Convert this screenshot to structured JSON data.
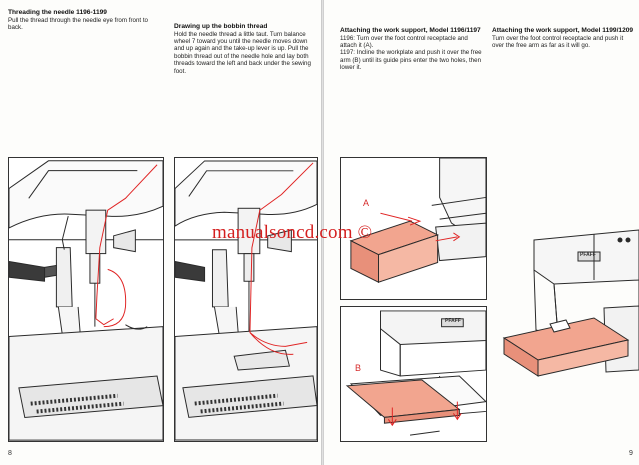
{
  "left_page": {
    "col1": {
      "heading": "Threading the needle 1196-1199",
      "body": "Pull the thread through the needle eye from front to back."
    },
    "col2": {
      "heading": "Drawing up the bobbin thread",
      "body": "Hold the needle thread a little taut. Turn balance wheel 7 toward you until the needle moves down and up again and the take-up lever is up. Pull the bobbin thread out of the needle hole and lay both threads toward the left and back under the sewing foot."
    },
    "page_number": "8"
  },
  "right_page": {
    "col1": {
      "heading": "Attaching the work support, Model 1196/1197",
      "p1": "1196: Turn over the foot control receptacle and attach it (A).",
      "p2": "1197: Incline the workplate and push it over the free arm (B) until its guide pins enter the two holes, then lower it."
    },
    "col2": {
      "heading": "Attaching the work support, Model 1199/1209",
      "body": "Turn over the foot control receptacle and push it over the free arm as far as it will go."
    },
    "label_a": "A",
    "label_b": "B",
    "brand_plate": "PFAFF",
    "page_number": "9"
  },
  "watermark": "manualsoncd.com ©",
  "colors": {
    "thread": "#e02424",
    "accent_fill": "#f2a58f",
    "line": "#2a2a2a"
  }
}
